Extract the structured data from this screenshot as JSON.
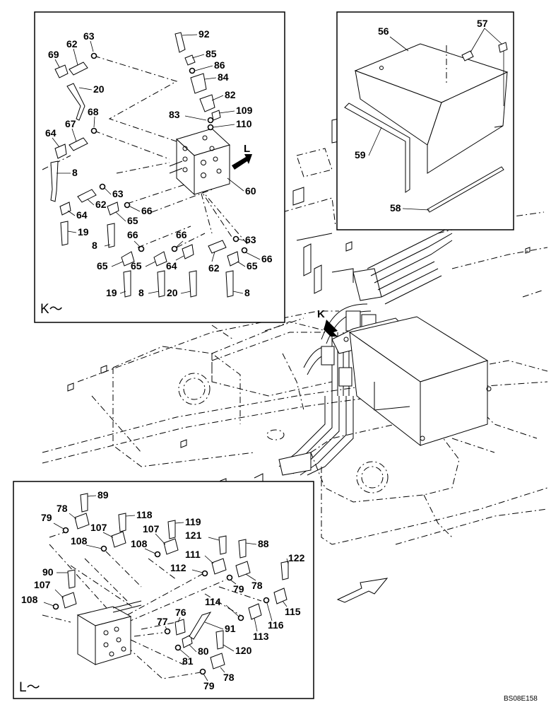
{
  "view_k": {
    "label": "K～",
    "callouts": {
      "c63a": "63",
      "c62a": "62",
      "c69": "69",
      "c20a": "20",
      "c68": "68",
      "c64a": "64",
      "c67": "67",
      "c8a": "8",
      "c92": "92",
      "c85": "85",
      "c86": "86",
      "c84": "84",
      "c82": "82",
      "c83": "83",
      "c109": "109",
      "c110": "110",
      "cL": "L",
      "c60": "60",
      "c63b": "63",
      "c62b": "62",
      "c66a": "66",
      "c64b": "64",
      "c65a": "65",
      "c19a": "19",
      "c8b": "8",
      "c66b": "66",
      "c66c": "66",
      "c63c": "63",
      "c66d": "66",
      "c65b": "65",
      "c65c": "65",
      "c64c": "64",
      "c62c": "62",
      "c65d": "65",
      "c19b": "19",
      "c8c": "8",
      "c20b": "20",
      "c8d": "8"
    }
  },
  "view_box": {
    "callouts": {
      "c56": "56",
      "c57": "57",
      "c59": "59",
      "c58": "58"
    }
  },
  "main": {
    "view_marker": "K"
  },
  "view_l": {
    "label": "L～",
    "callouts": {
      "c89": "89",
      "c78a": "78",
      "c118": "118",
      "c79a": "79",
      "c107a": "107",
      "c119": "119",
      "c107b": "107",
      "c121": "121",
      "c108a": "108",
      "c108b": "108",
      "c88": "88",
      "c111": "111",
      "c122": "122",
      "c90": "90",
      "c112": "112",
      "c79b": "79",
      "c78b": "78",
      "c107c": "107",
      "c114": "114",
      "c115": "115",
      "c108c": "108",
      "c76": "76",
      "c77": "77",
      "c91": "91",
      "c116": "116",
      "c113": "113",
      "c80": "80",
      "c120": "120",
      "c81": "81",
      "c79c": "79",
      "c78c": "78"
    }
  },
  "doc_code": "BS08E158"
}
